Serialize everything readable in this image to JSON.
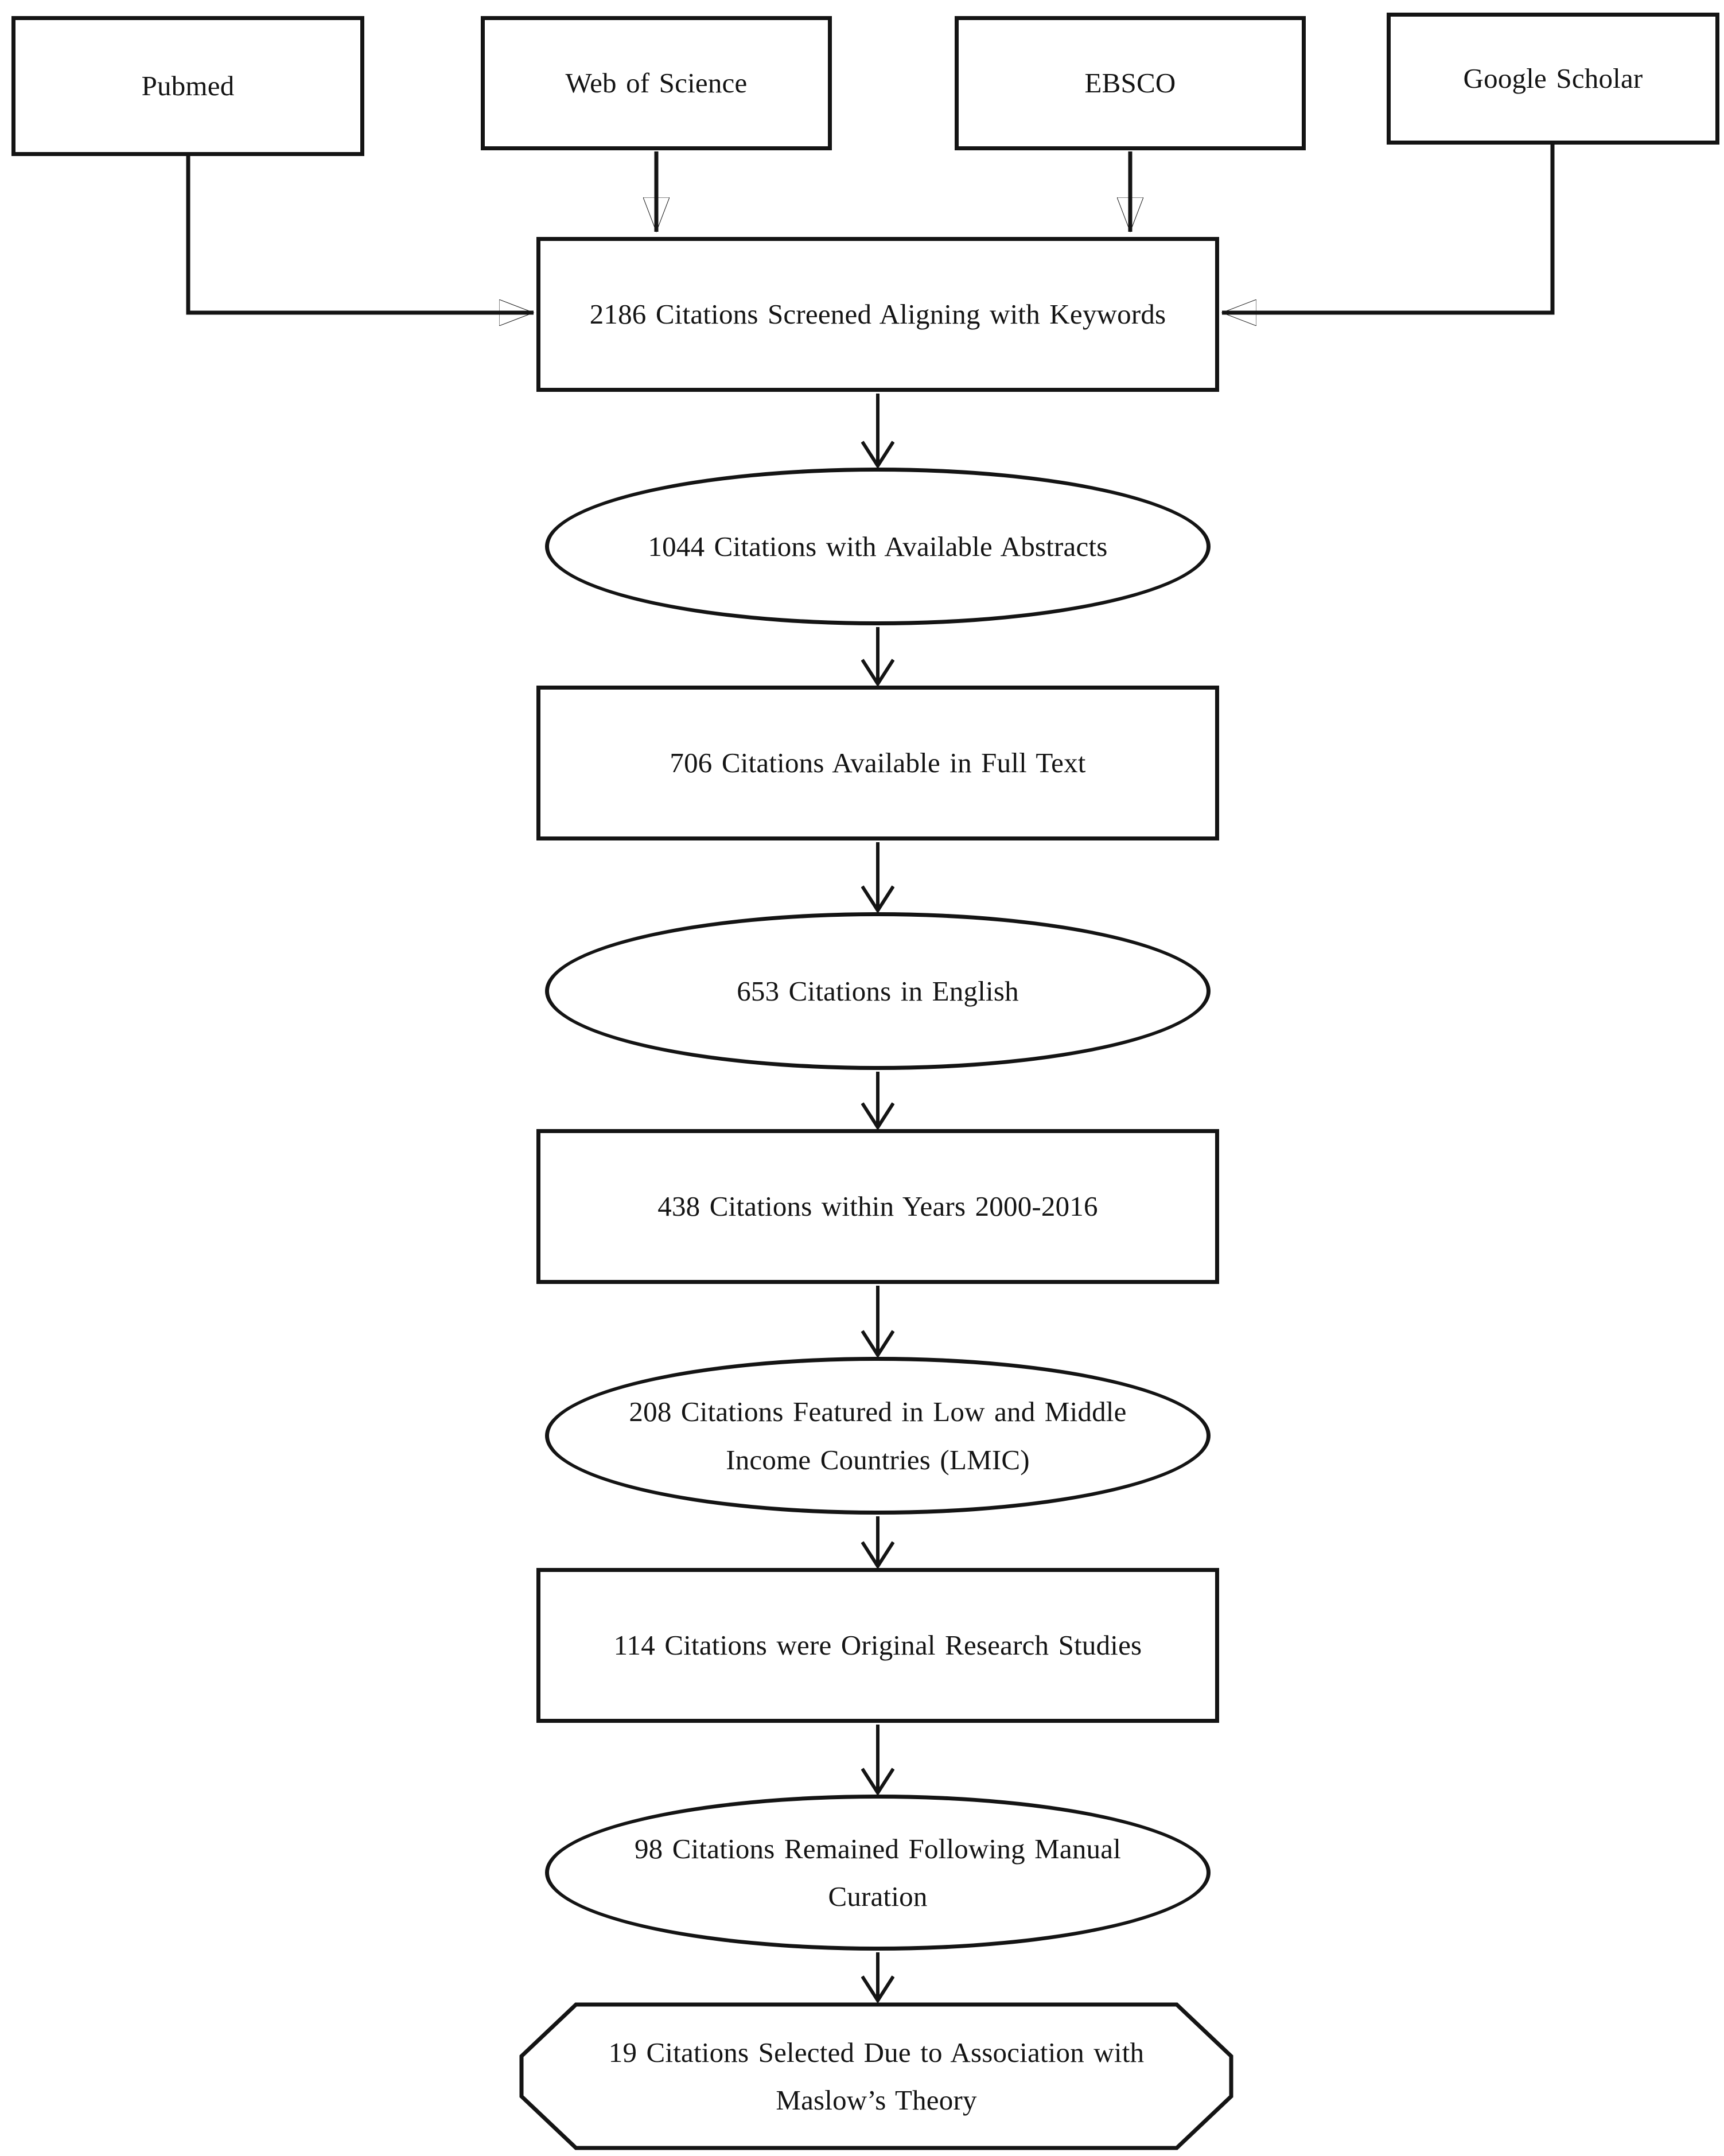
{
  "sources": [
    {
      "id": "pubmed",
      "label": "Pubmed"
    },
    {
      "id": "web-of-science",
      "label": "Web of Science"
    },
    {
      "id": "ebsco",
      "label": "EBSCO"
    },
    {
      "id": "google-scholar",
      "label": "Google Scholar"
    }
  ],
  "steps": [
    {
      "shape": "rectangle",
      "count": 2186,
      "label": "2186 Citations Screened Aligning with Keywords"
    },
    {
      "shape": "ellipse",
      "count": 1044,
      "label": "1044 Citations with Available Abstracts"
    },
    {
      "shape": "rectangle",
      "count": 706,
      "label": "706 Citations Available in Full Text"
    },
    {
      "shape": "ellipse",
      "count": 653,
      "label": "653 Citations in English"
    },
    {
      "shape": "rectangle",
      "count": 438,
      "label": "438 Citations within Years 2000-2016"
    },
    {
      "shape": "ellipse",
      "count": 208,
      "label": "208 Citations Featured in Low and Middle Income Countries (LMIC)"
    },
    {
      "shape": "rectangle",
      "count": 114,
      "label": "114 Citations were Original Research Studies"
    },
    {
      "shape": "ellipse",
      "count": 98,
      "label": "98 Citations Remained Following Manual Curation"
    },
    {
      "shape": "octagon",
      "count": 19,
      "label": "19 Citations Selected Due to Association with Maslow’s Theory"
    }
  ],
  "colors": {
    "stroke": "#141414",
    "text": "#141414",
    "background": "#ffffff"
  }
}
